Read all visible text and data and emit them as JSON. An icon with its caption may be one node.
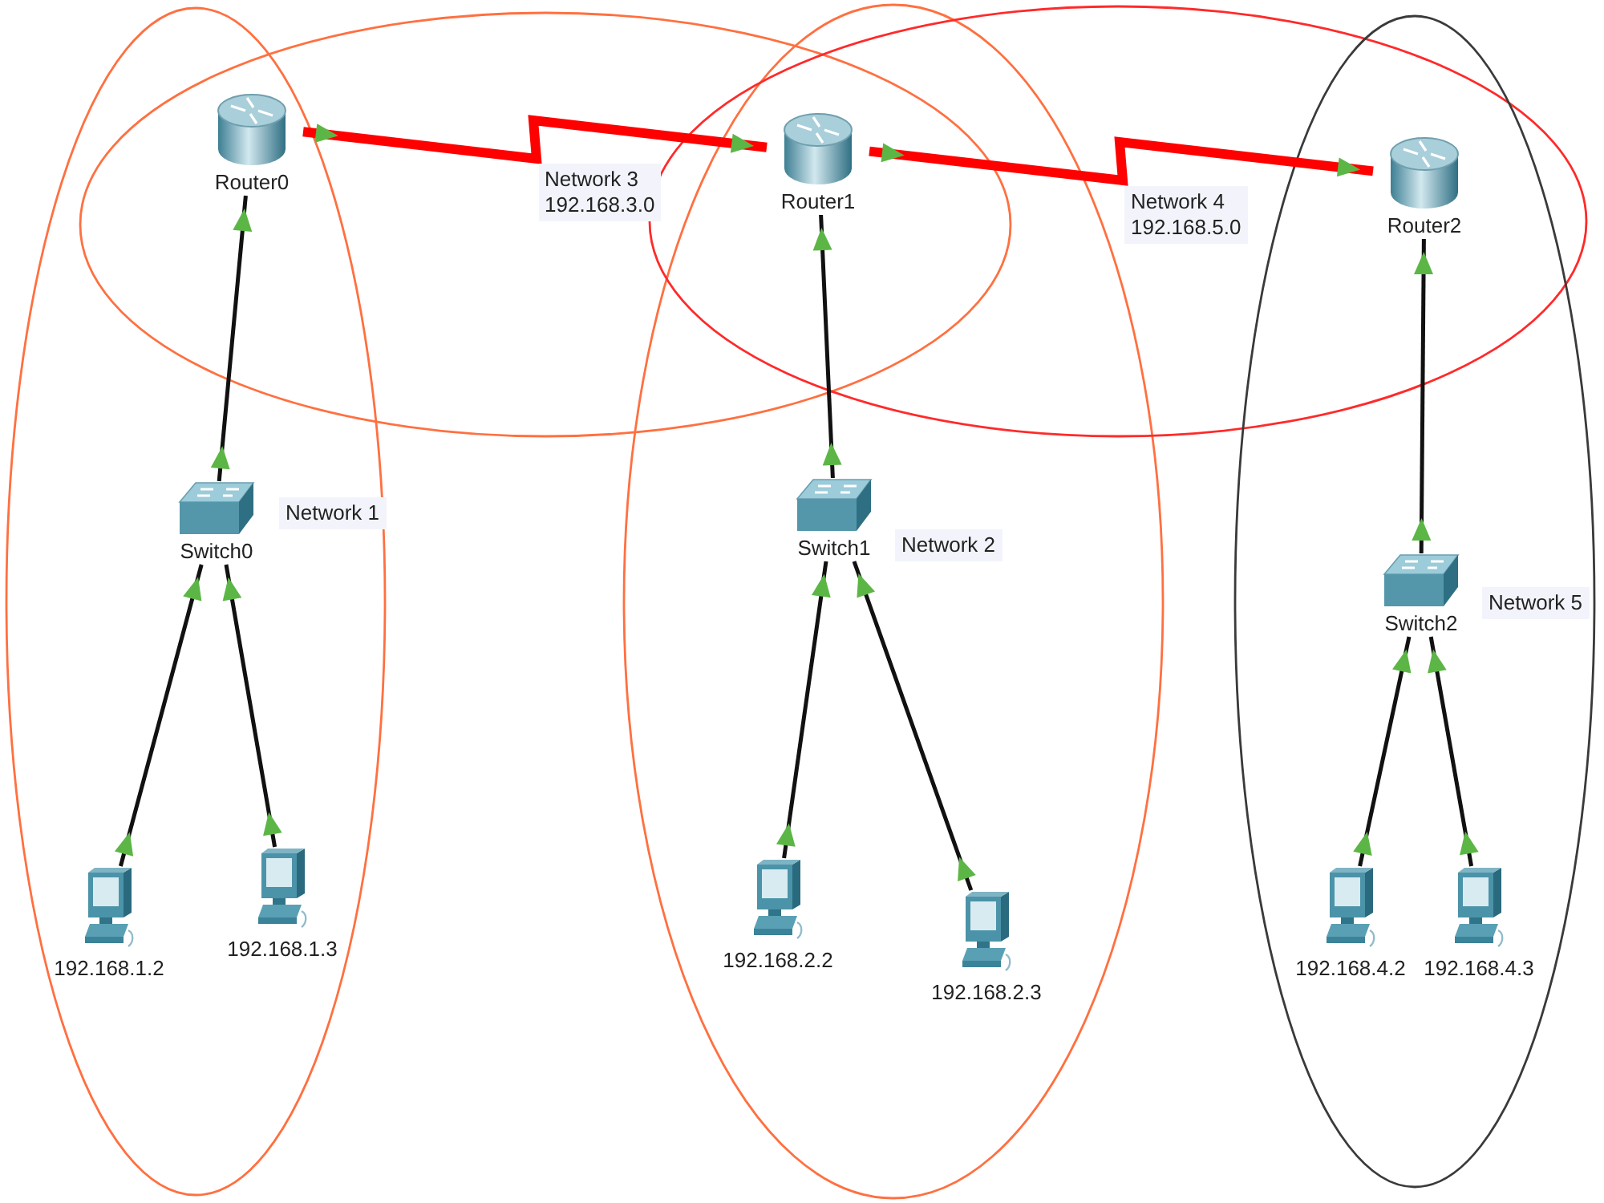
{
  "diagram": {
    "nodes": [
      {
        "text": [
          "Router0"
        ]
      },
      {
        "text": [
          "Router1"
        ]
      },
      {
        "text": [
          "Router2"
        ]
      },
      {
        "text": [
          "Switch0"
        ]
      },
      {
        "text": [
          "Switch1"
        ]
      },
      {
        "text": [
          "Switch2"
        ]
      },
      {
        "text": [
          "192.168.1.2"
        ]
      },
      {
        "text": [
          "192.168.1.3"
        ]
      },
      {
        "text": [
          "192.168.2.2"
        ]
      },
      {
        "text": [
          "192.168.2.3"
        ]
      },
      {
        "text": [
          "192.168.4.2"
        ]
      },
      {
        "text": [
          "192.168.4.3"
        ]
      }
    ],
    "edges": [
      {
        "from": 0,
        "to": 1,
        "arrow": "to",
        "label": "Network 3 192.168.3.0",
        "style": "thick",
        "color": "#ff0000"
      },
      {
        "from": 1,
        "to": 2,
        "arrow": "to",
        "label": "Network 4 192.168.5.0",
        "style": "thick",
        "color": "#ff0000"
      },
      {
        "from": 3,
        "to": 0,
        "arrow": "to"
      },
      {
        "from": 4,
        "to": 1,
        "arrow": "to"
      },
      {
        "from": 5,
        "to": 2,
        "arrow": "to"
      },
      {
        "from": 6,
        "to": 3,
        "arrow": "to"
      },
      {
        "from": 7,
        "to": 3,
        "arrow": "to"
      },
      {
        "from": 8,
        "to": 4,
        "arrow": "to"
      },
      {
        "from": 9,
        "to": 4,
        "arrow": "to"
      },
      {
        "from": 10,
        "to": 5,
        "arrow": "to"
      },
      {
        "from": 11,
        "to": 5,
        "arrow": "to"
      }
    ],
    "labels": [
      "Network 1",
      "Network 2",
      "Network 5"
    ]
  }
}
